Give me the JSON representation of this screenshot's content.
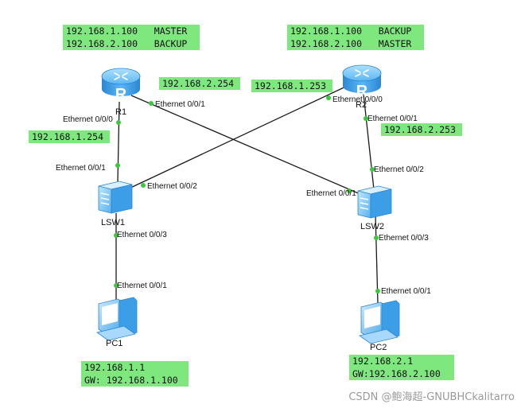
{
  "r1": {
    "name": "R1",
    "vrrp_line1": "192.168.1.100   MASTER",
    "vrrp_line2": "192.168.2.100   BACKUP",
    "ip_g0": "192.168.1.254",
    "ip_g1": "192.168.2.254",
    "port_g0": "Ethernet 0/0/0",
    "port_g1": "Ethernet 0/0/1"
  },
  "r2": {
    "name": "R2",
    "vrrp_line1": "192.168.1.100   BACKUP",
    "vrrp_line2": "192.168.2.100   MASTER",
    "ip_g0": "192.168.1.253",
    "ip_g1": "192.168.2.253",
    "port_g0": "Ethernet 0/0/0",
    "port_g1": "Ethernet 0/0/1"
  },
  "lsw1": {
    "name": "LSW1",
    "port_1": "Ethernet 0/0/1",
    "port_2": "Ethernet 0/0/2",
    "port_3": "Ethernet 0/0/3"
  },
  "lsw2": {
    "name": "LSW2",
    "port_1": "Ethernet 0/0/1",
    "port_2": "Ethernet 0/0/2",
    "port_3": "Ethernet 0/0/3"
  },
  "pc1": {
    "name": "PC1",
    "port": "Ethernet 0/0/1",
    "ip": "192.168.1.1",
    "gw": "GW: 192.168.1.100"
  },
  "pc2": {
    "name": "PC2",
    "port": "Ethernet 0/0/1",
    "ip": "192.168.2.1",
    "gw": "GW:192.168.2.100"
  },
  "watermark": "CSDN @鲍海超-GNUBHCkalitarro",
  "colors": {
    "label_bg": "#7ee87e",
    "port_dot": "#3cc83c",
    "router_blue": "#3d9ee8",
    "link": "#1a1a1a"
  }
}
